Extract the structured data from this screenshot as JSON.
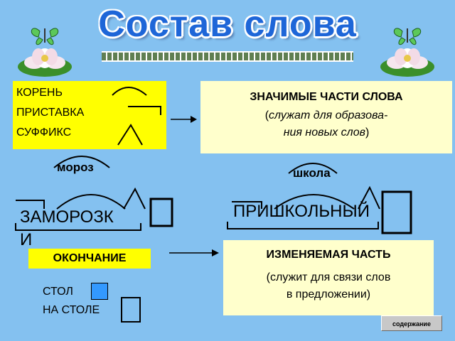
{
  "title": "Состав слова",
  "legend": {
    "root": "КОРЕНЬ",
    "prefix": "ПРИСТАВКА",
    "suffix": "СУФФИКС"
  },
  "meaningful": {
    "heading": "ЗНАЧИМЫЕ ЧАСТИ СЛОВА",
    "note_line1": "служат для образова-",
    "note_line2": "ния новых слов"
  },
  "example1": {
    "root_word": "мороз",
    "word_line1": "ЗАМОРОЗК",
    "word_line2": "И"
  },
  "example2": {
    "root_word": "школа",
    "word": "ПРИШКОЛЬНЫЙ"
  },
  "ending": {
    "label": "ОКОНЧАНИЕ"
  },
  "changeable": {
    "heading": "ИЗМЕНЯЕМАЯ ЧАСТЬ",
    "note_line1": "(служит для связи слов",
    "note_line2": "в предложении)"
  },
  "forms": {
    "form1": "СТОЛ",
    "form2": "НА СТОЛЕ"
  },
  "nav": {
    "contents_label": "содержание"
  },
  "colors": {
    "background": "#84c1f0",
    "title": "#1e66d8",
    "highlight": "#ffff00",
    "note_box": "#ffffcc",
    "ending_marker": "#3399ff"
  }
}
